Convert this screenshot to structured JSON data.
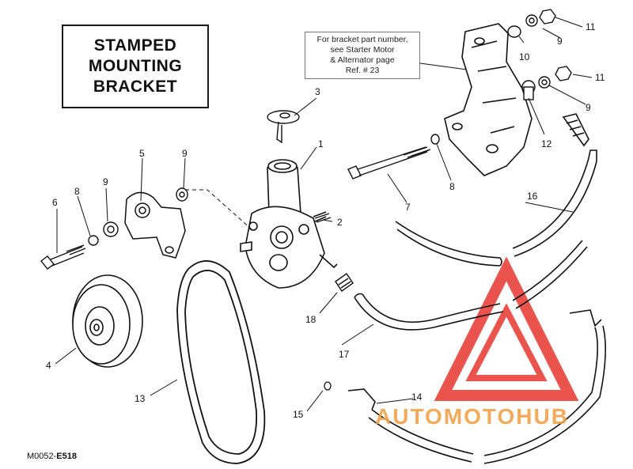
{
  "title_box": {
    "lines": [
      "STAMPED",
      "MOUNTING",
      "BRACKET"
    ]
  },
  "note_box": {
    "lines": [
      "For bracket part number,",
      "see Starter Motor",
      "& Alternator page",
      "Ref. # 23"
    ]
  },
  "callouts": {
    "c1": "1",
    "c2": "2",
    "c3": "3",
    "c4": "4",
    "c5": "5",
    "c6": "6",
    "c7": "7",
    "c8a": "8",
    "c8b": "8",
    "c9a": "9",
    "c9b": "9",
    "c9c": "9",
    "c9d": "9",
    "c10": "10",
    "c11a": "11",
    "c11b": "11",
    "c12": "12",
    "c13": "13",
    "c14": "14",
    "c15": "15",
    "c16": "16",
    "c17": "17",
    "c18": "18"
  },
  "figure_code": {
    "prefix": "M0052-",
    "suffix": "E518"
  },
  "watermark": {
    "brand": "AUTOMOTOHUB",
    "accent": "#e8362f",
    "accent2": "#f2a34a",
    "dark": "#3a3a3a"
  }
}
